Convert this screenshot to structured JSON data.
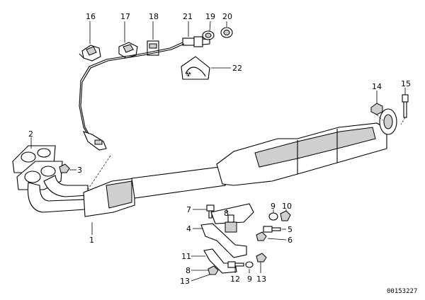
{
  "callouts": [
    {
      "id": "c1",
      "text": "1"
    },
    {
      "id": "c2",
      "text": "2"
    },
    {
      "id": "c3",
      "text": "3"
    },
    {
      "id": "c4",
      "text": "4"
    },
    {
      "id": "c5",
      "text": "5"
    },
    {
      "id": "c6",
      "text": "6"
    },
    {
      "id": "c7",
      "text": "7"
    },
    {
      "id": "c8",
      "text": "8"
    },
    {
      "id": "c8b",
      "text": "8"
    },
    {
      "id": "c9",
      "text": "9"
    },
    {
      "id": "c9b",
      "text": "9"
    },
    {
      "id": "c10",
      "text": "10"
    },
    {
      "id": "c11",
      "text": "11"
    },
    {
      "id": "c12",
      "text": "12"
    },
    {
      "id": "c13",
      "text": "13"
    },
    {
      "id": "c13b",
      "text": "13"
    },
    {
      "id": "c14",
      "text": "14"
    },
    {
      "id": "c15",
      "text": "15"
    },
    {
      "id": "c16",
      "text": "16"
    },
    {
      "id": "c17",
      "text": "17"
    },
    {
      "id": "c18",
      "text": "18"
    },
    {
      "id": "c19",
      "text": "19"
    },
    {
      "id": "c20",
      "text": "20"
    },
    {
      "id": "c21",
      "text": "21"
    },
    {
      "id": "c22",
      "text": "22"
    }
  ],
  "document_number": "00153227"
}
